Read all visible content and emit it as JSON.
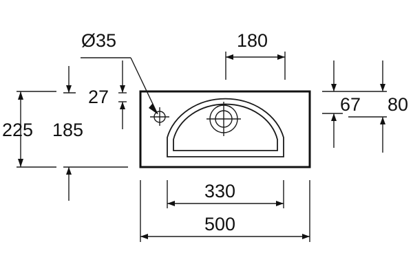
{
  "diagram": {
    "dimensions": {
      "hole_diameter": "Ø35",
      "drain_offset": "180",
      "hole_offset": "27",
      "total_height_outer": "225",
      "total_height_inner": "185",
      "bowl_width": "330",
      "total_width": "500",
      "side_height_inner": "67",
      "side_height_outer": "80"
    }
  }
}
